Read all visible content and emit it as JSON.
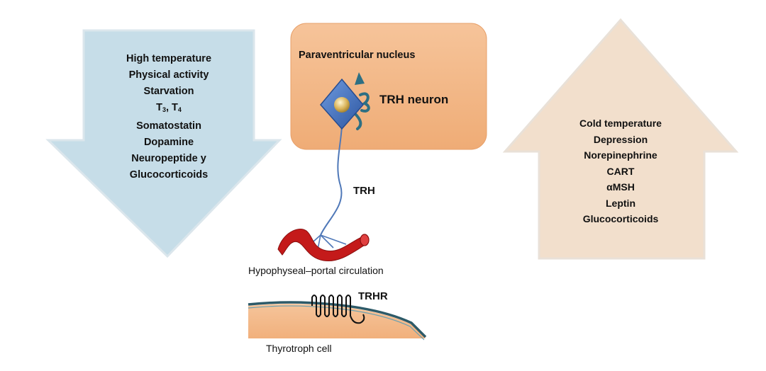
{
  "inhibitors": {
    "items": [
      "High temperature",
      "Physical activity",
      "Starvation",
      "T3, T4",
      "Somatostatin",
      "Dopamine",
      "Neuropeptide y",
      "Glucocorticoids"
    ]
  },
  "stimulators": {
    "items": [
      "Cold temperature",
      "Depression",
      "Norepinephrine",
      "CART",
      "αMSH",
      "Leptin",
      "Glucocorticoids"
    ]
  },
  "labels": {
    "pvn": "Paraventricular nucleus",
    "neuron": "TRH neuron",
    "axon": "TRH",
    "portal": "Hypophyseal–portal circulation",
    "receptor": "TRHR",
    "cell": "Thyrotroph cell"
  },
  "colors": {
    "down_arrow_fill": "#c6dde8",
    "up_arrow_fill": "#f2dfcc",
    "pvn_box_fill": "#f2b483",
    "neuron_body": "#3f6fb8",
    "axon": "#4f78b8",
    "vessel": "#c41a1a",
    "cell_fill": "#f3b887",
    "membrane": "#2d5a68"
  }
}
